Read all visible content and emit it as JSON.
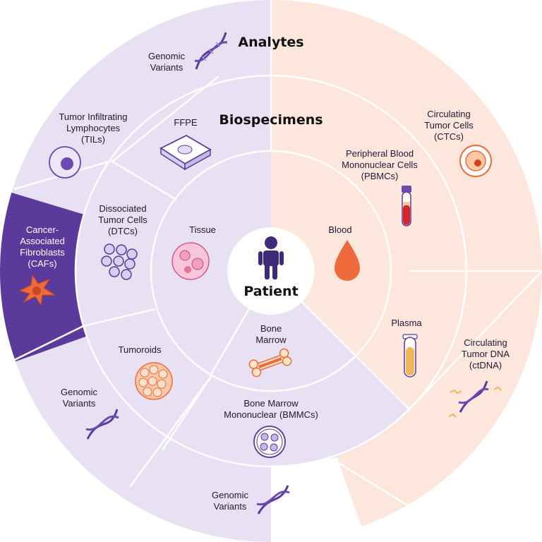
{
  "titles": {
    "outer": "Analytes",
    "middle": "Biospecimens",
    "center": "Patient"
  },
  "specimens": {
    "tissue": "Tissue",
    "blood": "Blood",
    "bone_marrow": [
      "Bone",
      "Marrow"
    ],
    "ffpe": "FFPE",
    "dtc": [
      "Dissociated",
      "Tumor Cells",
      "(DTCs)"
    ],
    "tumoroids": "Tumoroids",
    "pbmc": [
      "Peripheral Blood",
      "Mononuclear Cells",
      "(PBMCs)"
    ],
    "plasma": "Plasma",
    "bmmc": [
      "Bone Marrow",
      "Mononuclear (BMMCs)"
    ]
  },
  "analytes": {
    "genomic_top": [
      "Genomic",
      "Variants"
    ],
    "tils": [
      "Tumor Infiltrating",
      "Lymphocytes",
      "(TILs)"
    ],
    "cafs": [
      "Cancer-",
      "Associated",
      "Fibroblasts",
      "(CAFs)"
    ],
    "genomic_left": [
      "Genomic",
      "Variants"
    ],
    "genomic_bottom": [
      "Genomic",
      "Variants"
    ],
    "ctcs": [
      "Circulating",
      "Tumor Cells",
      "(CTCs)"
    ],
    "ctdna": [
      "Circulating",
      "Tumor DNA",
      "(ctDNA)"
    ]
  },
  "colors": {
    "lavender": "#e7e1f3",
    "peach": "#fde7dd",
    "purple_dark": "#5b3a9b",
    "purple_mid": "#6a4bb0",
    "orange": "#ef6a3a",
    "divider": "#ffffff"
  },
  "icons": [
    "dna-icon",
    "til-cell-icon",
    "ffpe-slide-icon",
    "cell-cluster-icon",
    "tissue-icon",
    "fibroblast-icon",
    "tumoroid-icon",
    "bone-icon",
    "bmmc-dish-icon",
    "blood-drop-icon",
    "blood-tube-icon",
    "plasma-tube-icon",
    "ctc-cell-icon",
    "person-icon"
  ]
}
